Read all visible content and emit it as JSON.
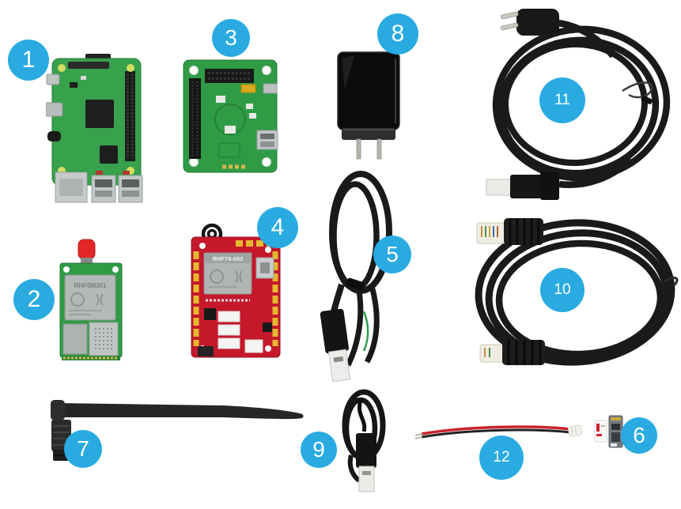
{
  "photo": {
    "background": "#ffffff",
    "badge": {
      "bg": "#29abe2",
      "text_color": "#ffffff"
    },
    "labels": [
      {
        "number": "1"
      },
      {
        "number": "2"
      },
      {
        "number": "3"
      },
      {
        "number": "4"
      },
      {
        "number": "5"
      },
      {
        "number": "6"
      },
      {
        "number": "7"
      },
      {
        "number": "8"
      },
      {
        "number": "9"
      },
      {
        "number": "10"
      },
      {
        "number": "11"
      },
      {
        "number": "12"
      }
    ],
    "board_text": {
      "module2_shield": "RHF0M301",
      "board4_shield": "RHF76-052"
    },
    "colors": {
      "pcb_green": "#2f9c45",
      "board_red": "#c5182b",
      "shield_silver": "#b4b8b7",
      "cable_black": "#1a1a1a",
      "header_gold": "#e3b92e"
    }
  }
}
